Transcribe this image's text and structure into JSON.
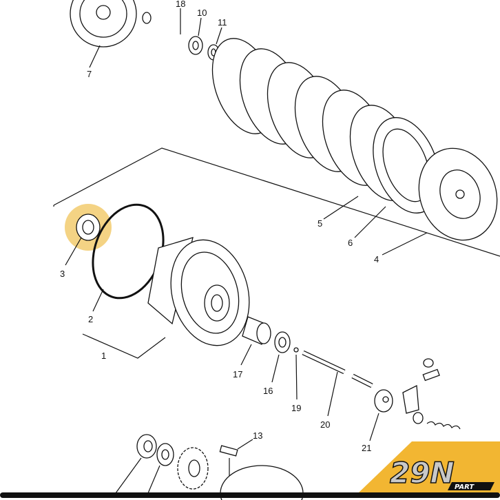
{
  "diagram": {
    "title": "Clutch parts exploded view",
    "callouts": [
      "18",
      "10",
      "11",
      "7",
      "5",
      "6",
      "4",
      "3",
      "2",
      "1",
      "17",
      "16",
      "19",
      "20",
      "21",
      "13"
    ],
    "highlighted_part": "3",
    "highlight_color": "#f0c050"
  },
  "logo": {
    "text": "29N",
    "sub": "PART",
    "band_color": "#f2b632"
  }
}
